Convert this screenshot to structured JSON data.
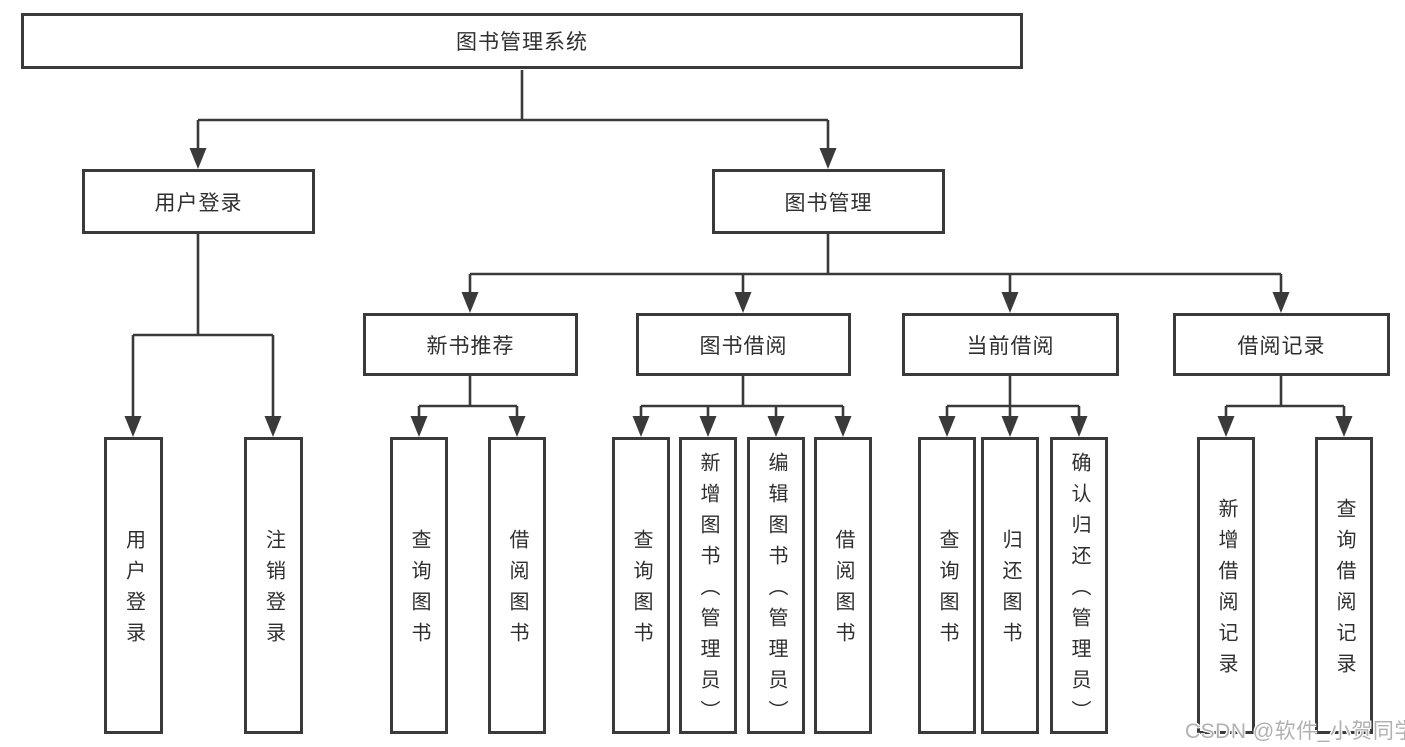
{
  "diagram_title": "图书管理系统",
  "tree": {
    "root": {
      "label": "图书管理系统"
    },
    "user_login": {
      "label": "用户登录",
      "leaves": [
        {
          "label": "用户登录"
        },
        {
          "label": "注销登录"
        }
      ]
    },
    "book_management": {
      "label": "图书管理",
      "sections": [
        {
          "label": "新书推荐",
          "leaves": [
            {
              "label": "查询图书"
            },
            {
              "label": "借阅图书"
            }
          ]
        },
        {
          "label": "图书借阅",
          "leaves": [
            {
              "label": "查询图书"
            },
            {
              "label": "新增图书（管理员）"
            },
            {
              "label": "编辑图书（管理员）"
            },
            {
              "label": "借阅图书"
            }
          ]
        },
        {
          "label": "当前借阅",
          "leaves": [
            {
              "label": "查询图书"
            },
            {
              "label": "归还图书"
            },
            {
              "label": "确认归还（管理员）"
            }
          ]
        },
        {
          "label": "借阅记录",
          "leaves": [
            {
              "label": "新增借阅记录"
            },
            {
              "label": "查询借阅记录"
            }
          ]
        }
      ]
    }
  },
  "watermark": {
    "text": "CSDN @软件_小贺同学"
  },
  "colors": {
    "line": "#3a3a3a",
    "text": "#2f2f2f",
    "background": "#ffffff",
    "watermark": "#b1b1b1"
  }
}
